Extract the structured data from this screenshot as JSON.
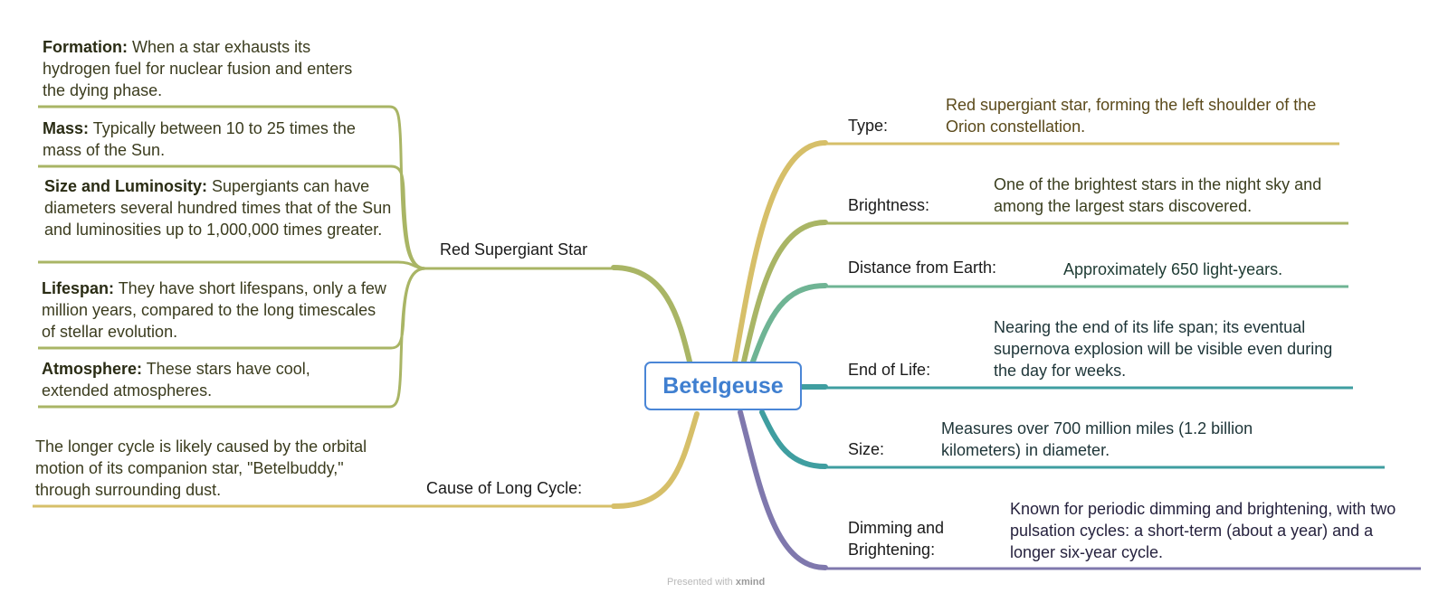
{
  "central_topic": "Betelgeuse",
  "left": {
    "red_supergiant": {
      "label": "Red Supergiant Star",
      "items": [
        {
          "term": "Formation:",
          "text": " When a star exhausts its hydrogen fuel for nuclear fusion and enters the dying phase."
        },
        {
          "term": "Mass:",
          "text": " Typically between 10 to 25 times the mass of the Sun."
        },
        {
          "term": "Size and Luminosity:",
          "text": " Supergiants can have diameters several hundred times that of the Sun and luminosities up to 1,000,000 times greater."
        },
        {
          "term": "Lifespan:",
          "text": " They have short lifespans, only a few million years, compared to the long timescales of stellar evolution."
        },
        {
          "term": "Atmosphere:",
          "text": " These stars have cool, extended atmospheres."
        }
      ]
    },
    "long_cycle": {
      "label": "Cause of Long Cycle:",
      "text": "The longer cycle is likely caused by the orbital motion of its companion star, \"Betelbuddy,\" through surrounding dust."
    }
  },
  "right": [
    {
      "label": "Type:",
      "value": "Red supergiant star, forming the left shoulder of the Orion constellation."
    },
    {
      "label": "Brightness:",
      "value": "One of the brightest stars in the night sky and among the largest stars discovered."
    },
    {
      "label": "Distance from Earth:",
      "value": "Approximately 650 light-years."
    },
    {
      "label": "End of Life:",
      "value": "Nearing the end of its life span; its eventual supernova explosion will be visible even during the day for weeks."
    },
    {
      "label": "Size:",
      "value": "Measures over 700 million miles (1.2 billion kilometers) in diameter."
    },
    {
      "label": "Dimming and Brightening:",
      "value": "Known for periodic dimming and brightening, with two pulsation cycles: a short-term (about a year) and a longer six-year cycle."
    }
  ],
  "footer": {
    "prefix": "Presented with ",
    "brand": "xmind"
  },
  "colors": {
    "olive": "#a9b565",
    "gold": "#d6bf69",
    "green_teal": "#6fb494",
    "teal": "#3f9ea0",
    "purple": "#7f78ad",
    "center_border": "#4a86d6"
  }
}
